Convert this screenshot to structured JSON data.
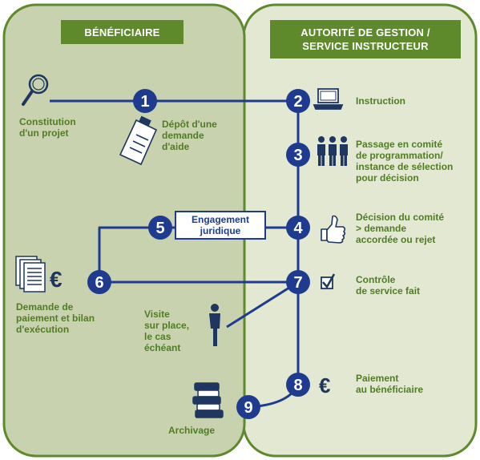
{
  "headers": {
    "beneficiaire": "BÉNÉFICIAIRE",
    "autorite": "AUTORITÉ DE GESTION /\nSERVICE INSTRUCTEUR"
  },
  "steps": [
    {
      "num": "1",
      "label": "Dépôt d'une\ndemande\nd'aide"
    },
    {
      "num": "2",
      "label": "Instruction"
    },
    {
      "num": "3",
      "label": "Passage en comité\nde programmation/\ninstance de sélection\npour décision"
    },
    {
      "num": "4",
      "label": "Décision du comité\n> demande\naccordée ou rejet"
    },
    {
      "num": "5",
      "label": "Engagement\njuridique"
    },
    {
      "num": "6",
      "label": "Demande de\npaiement et bilan\nd'exécution"
    },
    {
      "num": "7",
      "label": "Contrôle\nde service fait"
    },
    {
      "num": "8",
      "label": "Paiement\nau bénéficiaire"
    },
    {
      "num": "9",
      "label": "Archivage"
    }
  ],
  "extra_labels": {
    "constitution": "Constitution\nd'un projet",
    "visite": "Visite\nsur place,\nle cas\néchéant",
    "euro_symbol": "€"
  },
  "colors": {
    "left_panel": "#c9d2ae",
    "right_panel": "#e3e8d2",
    "panel_border": "#5e8a2c",
    "header": "#5e8a2c",
    "label_green": "#4f7d24",
    "line_blue": "#1e3b8f",
    "icon_dark": "#1e3660"
  }
}
